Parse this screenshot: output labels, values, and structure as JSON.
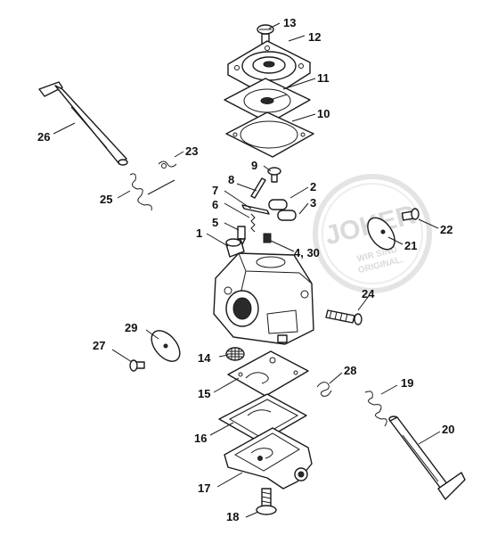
{
  "watermark": {
    "logo_text": "JOKER",
    "slogan_line1": "WIR SIND",
    "slogan_line2": "ORIGINAL."
  },
  "callouts": [
    {
      "id": "13",
      "label": "13"
    },
    {
      "id": "12",
      "label": "12"
    },
    {
      "id": "11",
      "label": "11"
    },
    {
      "id": "10",
      "label": "10"
    },
    {
      "id": "26",
      "label": "26"
    },
    {
      "id": "23",
      "label": "23"
    },
    {
      "id": "9",
      "label": "9"
    },
    {
      "id": "25",
      "label": "25"
    },
    {
      "id": "8",
      "label": "8"
    },
    {
      "id": "2",
      "label": "2"
    },
    {
      "id": "7",
      "label": "7"
    },
    {
      "id": "3",
      "label": "3"
    },
    {
      "id": "6",
      "label": "6"
    },
    {
      "id": "22",
      "label": "22"
    },
    {
      "id": "5",
      "label": "5"
    },
    {
      "id": "1",
      "label": "1"
    },
    {
      "id": "21",
      "label": "21"
    },
    {
      "id": "4_30",
      "label": "4, 30"
    },
    {
      "id": "24",
      "label": "24"
    },
    {
      "id": "29",
      "label": "29"
    },
    {
      "id": "27",
      "label": "27"
    },
    {
      "id": "14",
      "label": "14"
    },
    {
      "id": "28",
      "label": "28"
    },
    {
      "id": "15",
      "label": "15"
    },
    {
      "id": "19",
      "label": "19"
    },
    {
      "id": "20",
      "label": "20"
    },
    {
      "id": "16",
      "label": "16"
    },
    {
      "id": "17",
      "label": "17"
    },
    {
      "id": "18",
      "label": "18"
    }
  ]
}
